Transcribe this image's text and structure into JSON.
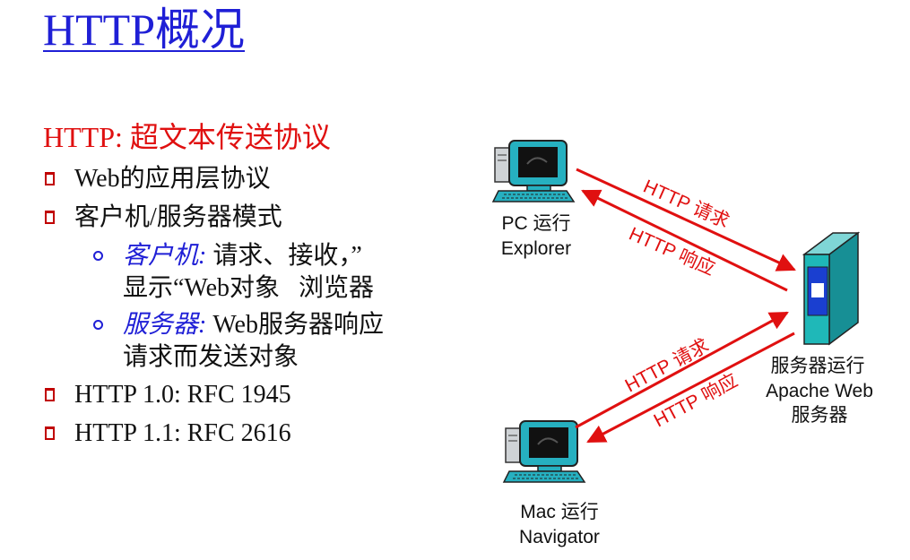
{
  "slide": {
    "title": "HTTP概况",
    "subtitle": "HTTP: 超文本传送协议",
    "bullets": [
      "Web的应用层协议",
      "客户机/服务器模式",
      "HTTP 1.0: RFC 1945",
      "HTTP 1.1: RFC 2616"
    ],
    "sub_items": [
      {
        "term": "客户机:",
        "line1": " 请求、接收，”",
        "line2": "显示“Web对象   浏览器"
      },
      {
        "term": "服务器:",
        "line1": " Web服务器响应",
        "line2": "请求而发送对象"
      }
    ]
  },
  "diagram": {
    "pc_label": [
      "PC 运行",
      "Explorer"
    ],
    "server_label": [
      "服务器运行",
      "Apache Web",
      "服务器"
    ],
    "mac_label": [
      "Mac 运行",
      "Navigator"
    ],
    "request_label": "HTTP 请求",
    "response_label": "HTTP 响应",
    "arrow_color": "#e01010",
    "computer_icon_color": "#26b0c0",
    "server_icon_color": "#1fb8b8"
  }
}
